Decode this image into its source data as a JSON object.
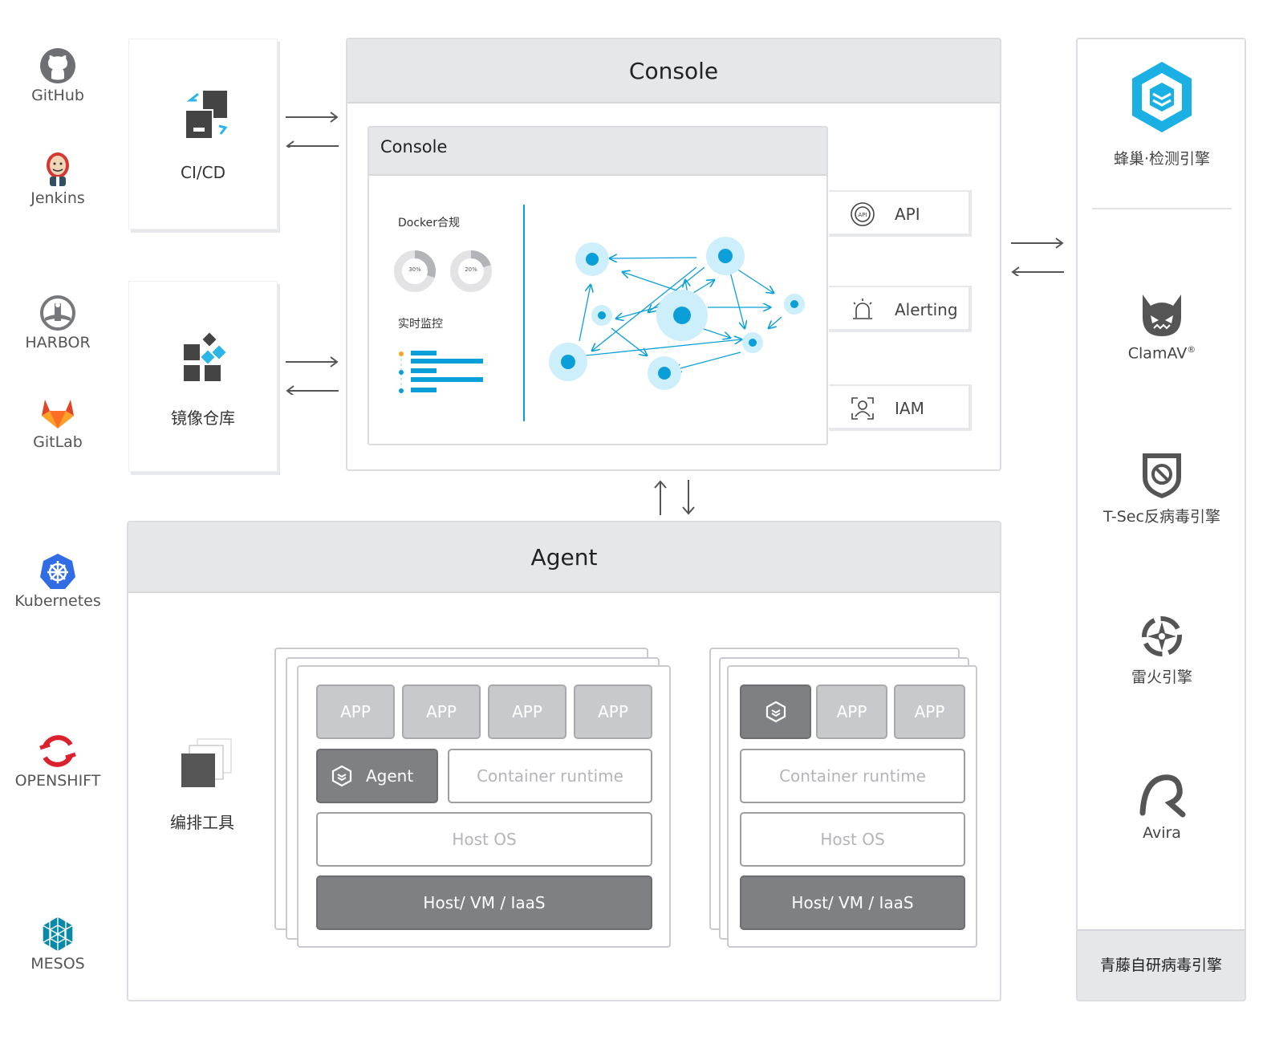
{
  "left_tools": [
    {
      "label": "GitHub",
      "icon": "github-icon"
    },
    {
      "label": "Jenkins",
      "icon": "jenkins-icon"
    },
    {
      "label": "HARBOR",
      "icon": "harbor-icon"
    },
    {
      "label": "GitLab",
      "icon": "gitlab-icon"
    },
    {
      "label": "Kubernetes",
      "icon": "kubernetes-icon"
    },
    {
      "label": "OPENSHIFT",
      "icon": "openshift-icon"
    },
    {
      "label": "MESOS",
      "icon": "mesos-icon"
    }
  ],
  "cicd": {
    "label": "CI/CD",
    "icon": "cicd-icon"
  },
  "registry": {
    "label": "镜像仓库",
    "icon": "registry-icon"
  },
  "console": {
    "title": "Console",
    "inner_title": "Console",
    "docker_label": "Docker合规",
    "donuts": [
      {
        "label": "30%",
        "value": 30
      },
      {
        "label": "20%",
        "value": 20
      }
    ],
    "monitor_label": "实时监控",
    "services": [
      {
        "label": "API",
        "icon": "api-icon"
      },
      {
        "label": "Alerting",
        "icon": "alarm-icon"
      },
      {
        "label": "IAM",
        "icon": "iam-icon"
      }
    ]
  },
  "agent": {
    "title": "Agent",
    "orchestration_label": "编排工具",
    "stack_left": {
      "apps": [
        "APP",
        "APP",
        "APP",
        "APP"
      ],
      "agent_label": "Agent",
      "runtime": "Container runtime",
      "host_os": "Host OS",
      "infra": "Host/ VM / IaaS"
    },
    "stack_right": {
      "apps": [
        "APP",
        "APP"
      ],
      "runtime": "Container runtime",
      "host_os": "Host OS",
      "infra": "Host/ VM / IaaS"
    }
  },
  "engines": {
    "top": "蜂巢·检测引擎",
    "list": [
      {
        "label": "ClamAV",
        "sup": "®",
        "icon": "clamav-icon"
      },
      {
        "label": "T-Sec反病毒引擎",
        "icon": "tsec-shield-icon"
      },
      {
        "label": "雷火引擎",
        "icon": "leihuo-icon"
      },
      {
        "label": "Avira",
        "icon": "avira-icon"
      }
    ],
    "footer": "青藤自研病毒引擎"
  },
  "colors": {
    "accent": "#0a9fd8",
    "panel_head": "#e6e7eb",
    "border": "#dcdde2",
    "dark_block": "#7f8084"
  }
}
